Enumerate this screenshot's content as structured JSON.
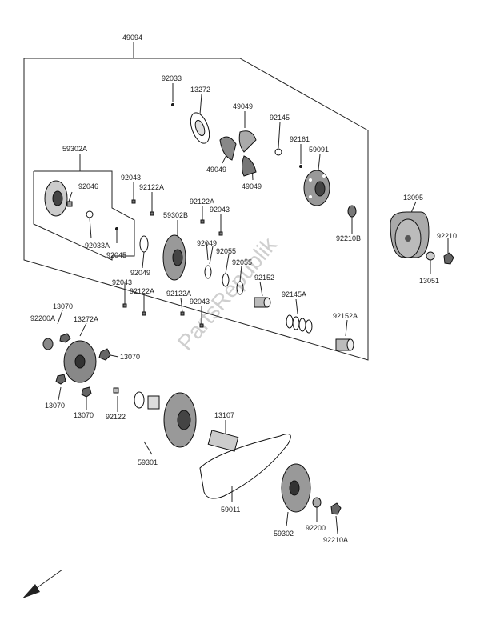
{
  "diagram": {
    "watermark": "PartsRepublik",
    "labels": {
      "l49094": "49094",
      "l92033": "92033",
      "l13272": "13272",
      "l49049_a": "49049",
      "l92145": "92145",
      "l92161": "92161",
      "l59091": "59091",
      "l49049_b": "49049",
      "l49049_c": "49049",
      "l59302A": "59302A",
      "l92043_a": "92043",
      "l92122A_a": "92122A",
      "l92046": "92046",
      "l92122A_b": "92122A",
      "l59302B": "59302B",
      "l92043_b": "92043",
      "l92033A": "92033A",
      "l92045": "92045",
      "l92049_a": "92049",
      "l92049_b": "92049",
      "l92055_a": "92055",
      "l92055_b": "92055",
      "l92152": "92152",
      "l92043_c": "92043",
      "l92122A_c": "92122A",
      "l92122A_d": "92122A",
      "l92043_d": "92043",
      "l92145A": "92145A",
      "l92152A": "92152A",
      "l92210B": "92210B",
      "l13095": "13095",
      "l92210": "92210",
      "l13051": "13051",
      "l13070_a": "13070",
      "l92200A": "92200A",
      "l13272A": "13272A",
      "l13070_b": "13070",
      "l13070_c": "13070",
      "l13070_d": "13070",
      "l92122": "92122",
      "l59301": "59301",
      "l13107": "13107",
      "l59011": "59011",
      "l59302": "59302",
      "l92200": "92200",
      "l92210A": "92210A"
    }
  }
}
